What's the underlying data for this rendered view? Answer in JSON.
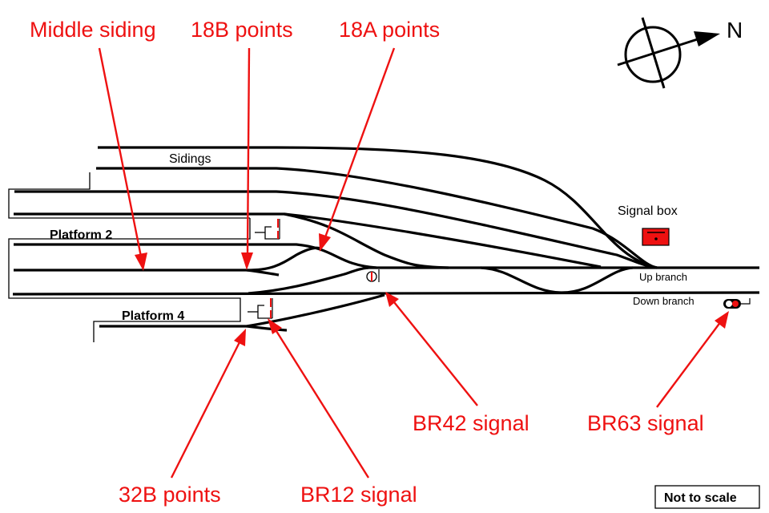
{
  "diagram": {
    "title": "Track layout diagram",
    "colors": {
      "callout": "#ee1111",
      "track": "#000000",
      "signal_box": "#ee1111"
    },
    "callouts": {
      "middle_siding": "Middle siding",
      "points_18b": "18B points",
      "points_18a": "18A points",
      "signal_br42": "BR42 signal",
      "signal_br63": "BR63 signal",
      "points_32b": "32B points",
      "signal_br12": "BR12 signal"
    },
    "labels": {
      "sidings": "Sidings",
      "platform_2": "Platform 2",
      "platform_4": "Platform 4",
      "signal_box": "Signal box",
      "up_branch": "Up branch",
      "down_branch": "Down branch",
      "north": "N",
      "scale_note": "Not to scale"
    },
    "icons": {
      "compass": "north-arrow-compass",
      "signal_box": "signal-box-icon",
      "ground_signal": "ground-signal-icon",
      "colour_light_signal": "colour-light-signal-icon"
    }
  }
}
